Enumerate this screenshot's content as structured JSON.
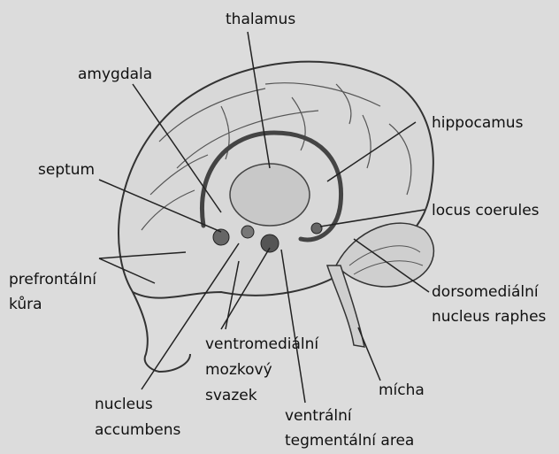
{
  "labels": {
    "thalamus": "thalamus",
    "amygdala": "amygdala",
    "hippocampus": "hippocamus",
    "septum": "septum",
    "locus_coerules": "locus coerules",
    "prefrontal_line1": "prefrontální",
    "prefrontal_line2": "kůra",
    "dorsomedial_line1": "dorsomediální",
    "dorsomedial_line2": "nucleus raphes",
    "ventromedial_line1": "ventromediální",
    "ventromedial_line2": "mozkový",
    "ventromedial_line3": "svazek",
    "nucleus_acc_line1": "nucleus",
    "nucleus_acc_line2": "accumbens",
    "micha": "mícha",
    "vta_line1": "ventrální",
    "vta_line2": "tegmentální area"
  }
}
